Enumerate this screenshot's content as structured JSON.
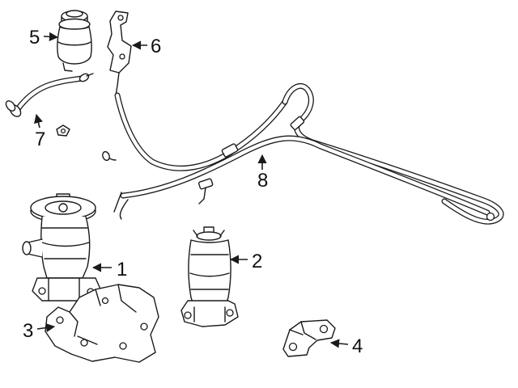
{
  "diagram": {
    "type": "auto-parts-line-diagram",
    "background_color": "#ffffff",
    "line_color": "#1a1a1a",
    "callouts": [
      {
        "label": "1",
        "arrow_direction": "left"
      },
      {
        "label": "2",
        "arrow_direction": "left"
      },
      {
        "label": "3",
        "arrow_direction": "right"
      },
      {
        "label": "4",
        "arrow_direction": "left"
      },
      {
        "label": "5",
        "arrow_direction": "right"
      },
      {
        "label": "6",
        "arrow_direction": "left"
      },
      {
        "label": "7",
        "arrow_direction": "up"
      },
      {
        "label": "8",
        "arrow_direction": "up"
      }
    ]
  }
}
